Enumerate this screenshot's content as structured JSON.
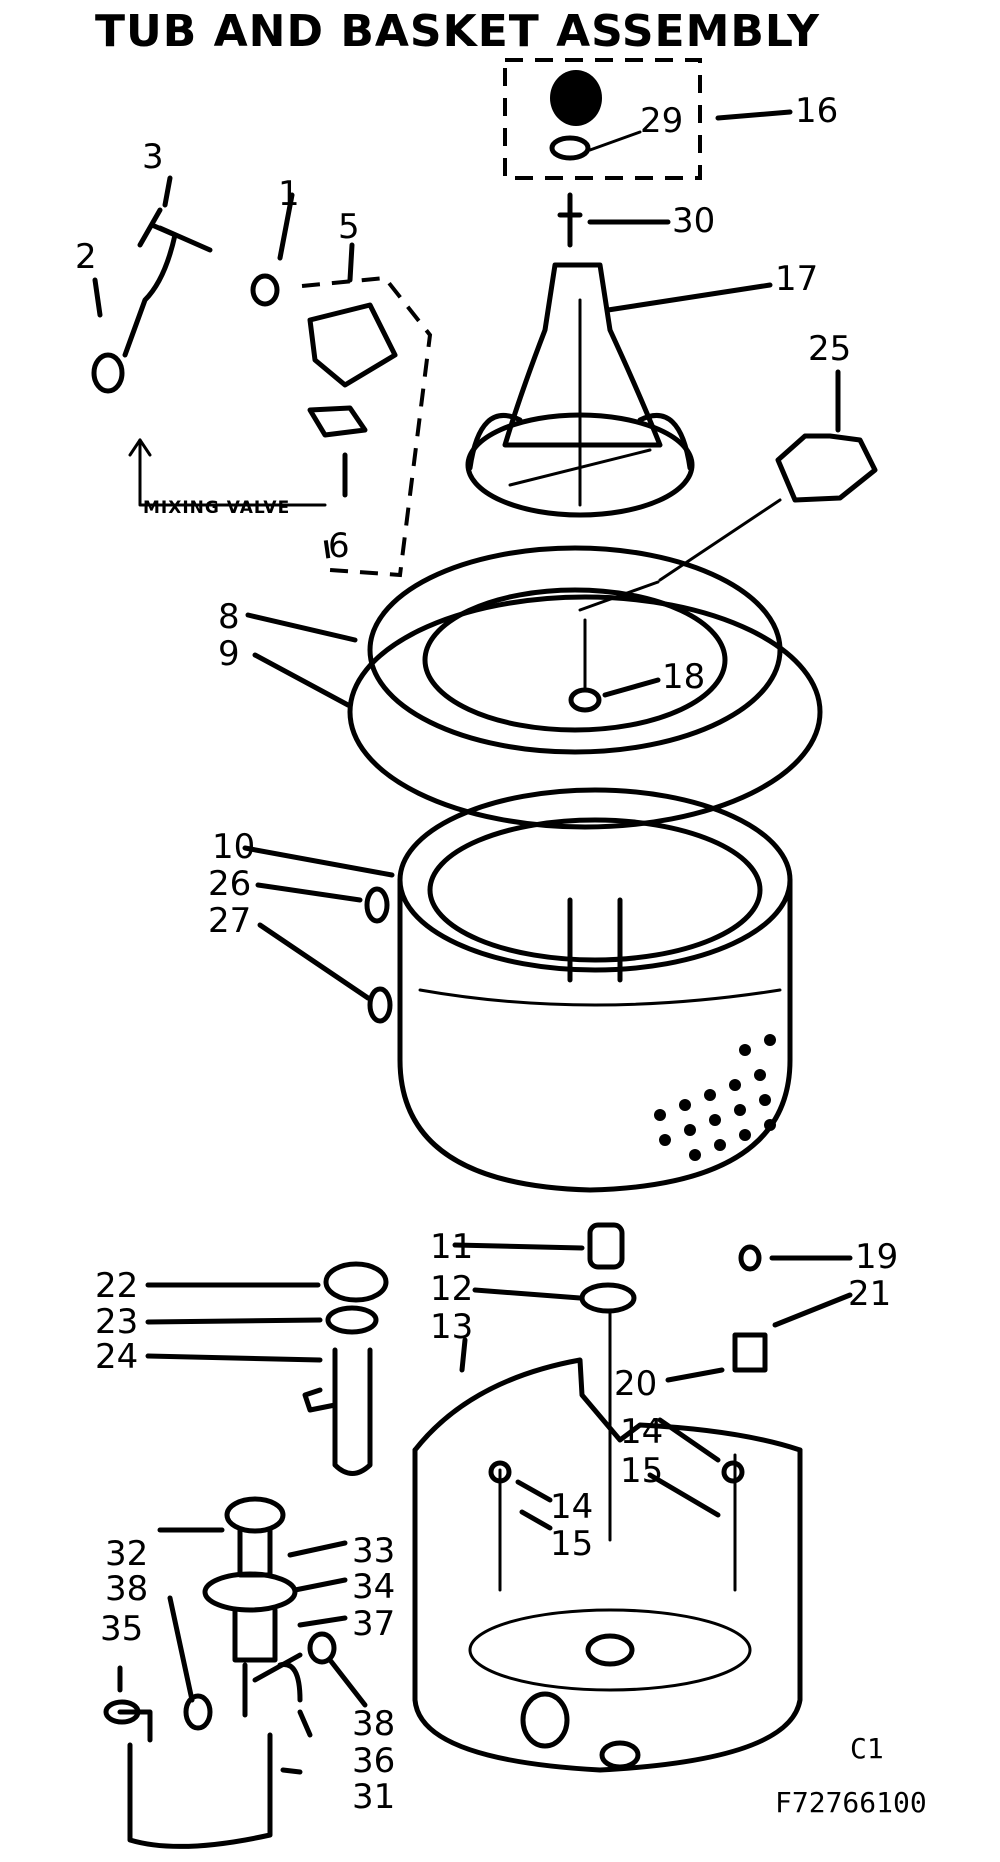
{
  "title": "TUB AND BASKET ASSEMBLY",
  "labels": {
    "p1": "1",
    "p2": "2",
    "p3": "3",
    "p5": "5",
    "p6": "6",
    "p8": "8",
    "p9": "9",
    "p10": "10",
    "p11": "11",
    "p12": "12",
    "p13": "13",
    "p14a": "14",
    "p14b": "14",
    "p15a": "15",
    "p15b": "15",
    "p16": "16",
    "p17": "17",
    "p18": "18",
    "p19": "19",
    "p20": "20",
    "p21": "21",
    "p22": "22",
    "p23": "23",
    "p24": "24",
    "p25": "25",
    "p26": "26",
    "p27": "27",
    "p29": "29",
    "p30": "30",
    "p31": "31",
    "p32": "32",
    "p33": "33",
    "p34": "34",
    "p35": "35",
    "p36": "36",
    "p37": "37",
    "p38a": "38",
    "p38b": "38"
  },
  "mixing_valve_label": "MIXING VALVE",
  "page_marker": "C1",
  "figure_code": "F72766100"
}
